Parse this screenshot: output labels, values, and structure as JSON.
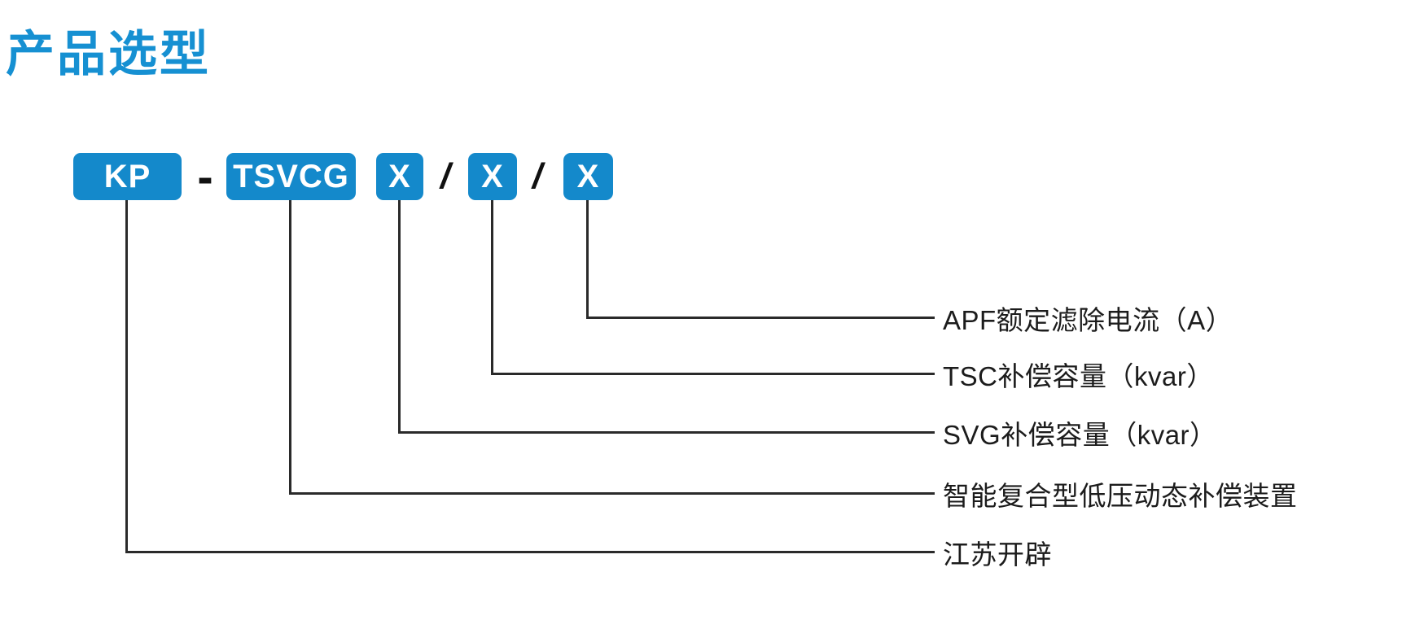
{
  "title": "产品选型",
  "colors": {
    "box_blue": "#1489cb",
    "title_blue": "#1690d2",
    "line_dark": "#2a2a2a",
    "label_text": "#1c1c1c"
  },
  "model_code": {
    "prefix": "KP",
    "dash": "-",
    "series": "TSVCG",
    "placeholder": "X",
    "slash": "/"
  },
  "legend": [
    {
      "label": "APF额定滤除电流（A）",
      "connects_to": "X3"
    },
    {
      "label": "TSC补偿容量（kvar）",
      "connects_to": "X2"
    },
    {
      "label": "SVG补偿容量（kvar）",
      "connects_to": "X1"
    },
    {
      "label": "智能复合型低压动态补偿装置",
      "connects_to": "TSVCG"
    },
    {
      "label": "江苏开辟",
      "connects_to": "KP"
    }
  ]
}
